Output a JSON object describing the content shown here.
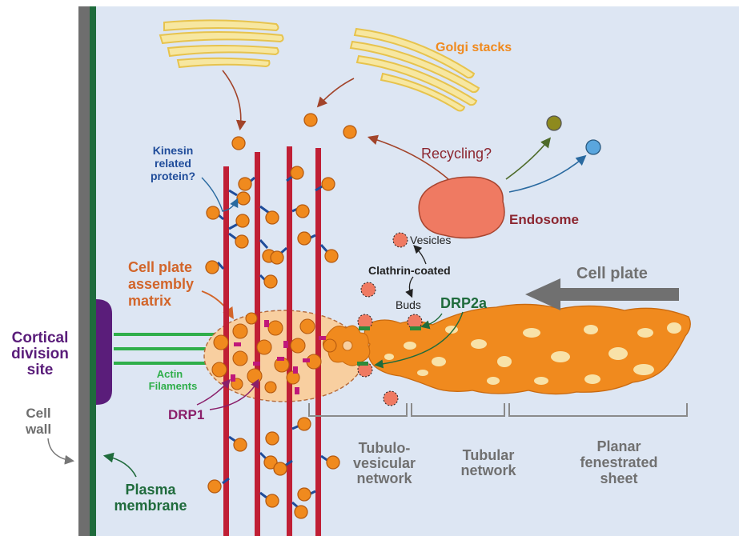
{
  "labels": {
    "golgi": "Golgi stacks",
    "kinesin": [
      "Kinesin",
      "related",
      "protein?"
    ],
    "recycling": "Recycling?",
    "endosome": "Endosome",
    "vesicles": "Vesicles",
    "clathrin": "Clathrin-coated",
    "buds": "Buds",
    "drp2a": "DRP2a",
    "cell_plate": "Cell plate",
    "assembly": [
      "Cell plate",
      "assembly",
      "matrix"
    ],
    "cortical": [
      "Cortical",
      "division",
      "site"
    ],
    "actin": [
      "Actin",
      "Filaments"
    ],
    "drp1": "DRP1",
    "cell_wall": [
      "Cell",
      "wall"
    ],
    "plasma": [
      "Plasma",
      "membrane"
    ],
    "tubulo": [
      "Tubulo-",
      "vesicular",
      "network"
    ],
    "tubular": [
      "Tubular",
      "network"
    ],
    "planar": [
      "Planar",
      "fenestrated",
      "sheet"
    ]
  },
  "colors": {
    "background": "#dde6f3",
    "cell_wall": "#6e6e6e",
    "membrane": "#1f6b3c",
    "microtubule": "#c01f35",
    "vesicle": "#f08a1e",
    "endosome": "#ef7a62",
    "drp1": "#c0187a",
    "drp2a": "#2e8b3a",
    "actin": "#2fae4a",
    "cortical": "#5a1d7a",
    "kinesin_text": "#1f4c9a",
    "assembly_text": "#d2652a",
    "endosome_text": "#8c2630",
    "plate_arrow": "#707070",
    "bracket": "#8a8a8a"
  }
}
